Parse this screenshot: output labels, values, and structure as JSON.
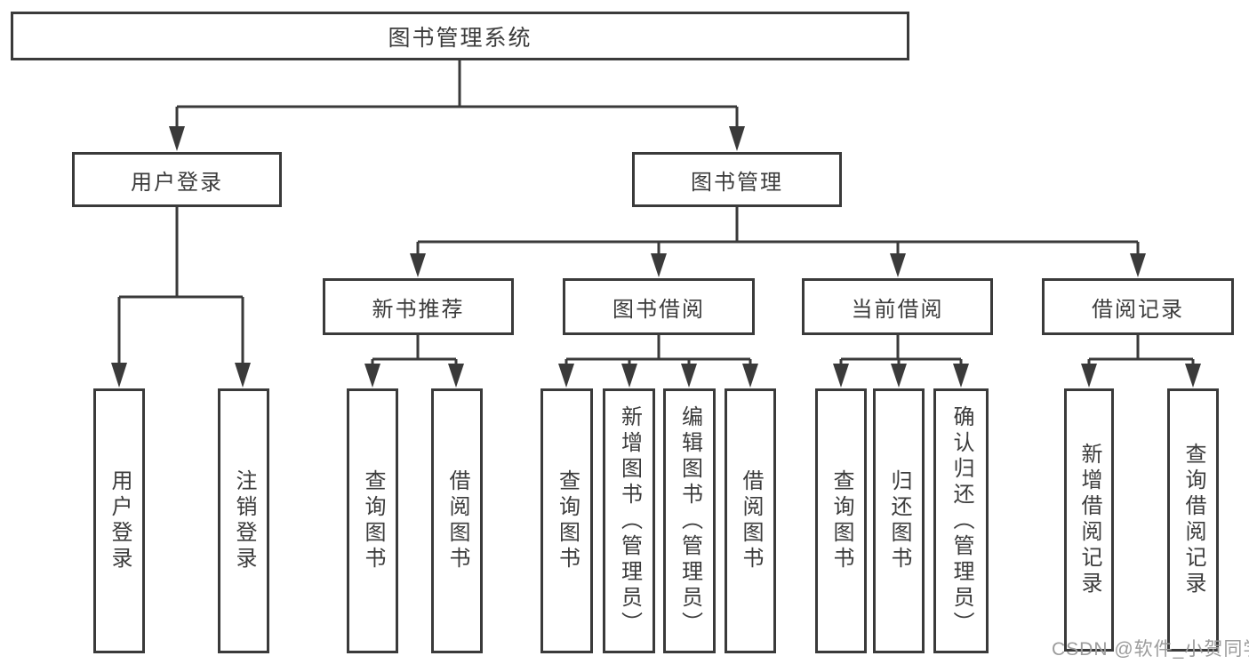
{
  "diagram": {
    "root": {
      "label": "图书管理系统"
    },
    "level2": [
      {
        "label": "用户登录"
      },
      {
        "label": "图书管理"
      }
    ],
    "level3": [
      {
        "label": "新书推荐"
      },
      {
        "label": "图书借阅"
      },
      {
        "label": "当前借阅"
      },
      {
        "label": "借阅记录"
      }
    ],
    "leaves": [
      {
        "label": "用户登录",
        "parent": "用户登录"
      },
      {
        "label": "注销登录",
        "parent": "用户登录"
      },
      {
        "label": "查询图书",
        "parent": "新书推荐"
      },
      {
        "label": "借阅图书",
        "parent": "新书推荐"
      },
      {
        "label": "查询图书",
        "parent": "图书借阅"
      },
      {
        "label": "新增图书（管理员）",
        "parent": "图书借阅"
      },
      {
        "label": "编辑图书（管理员）",
        "parent": "图书借阅"
      },
      {
        "label": "借阅图书",
        "parent": "图书借阅"
      },
      {
        "label": "查询图书",
        "parent": "当前借阅"
      },
      {
        "label": "归还图书",
        "parent": "当前借阅"
      },
      {
        "label": "确认归还（管理员）",
        "parent": "当前借阅"
      },
      {
        "label": "新增借阅记录",
        "parent": "借阅记录"
      },
      {
        "label": "查询借阅记录",
        "parent": "借阅记录"
      }
    ],
    "colors": {
      "line": "#3a3a3a",
      "text": "#3c3c3c",
      "background": "#ffffff",
      "watermark": "#9c9c9c"
    }
  },
  "watermark": {
    "text": "CSDN @软件_小贺同学"
  }
}
